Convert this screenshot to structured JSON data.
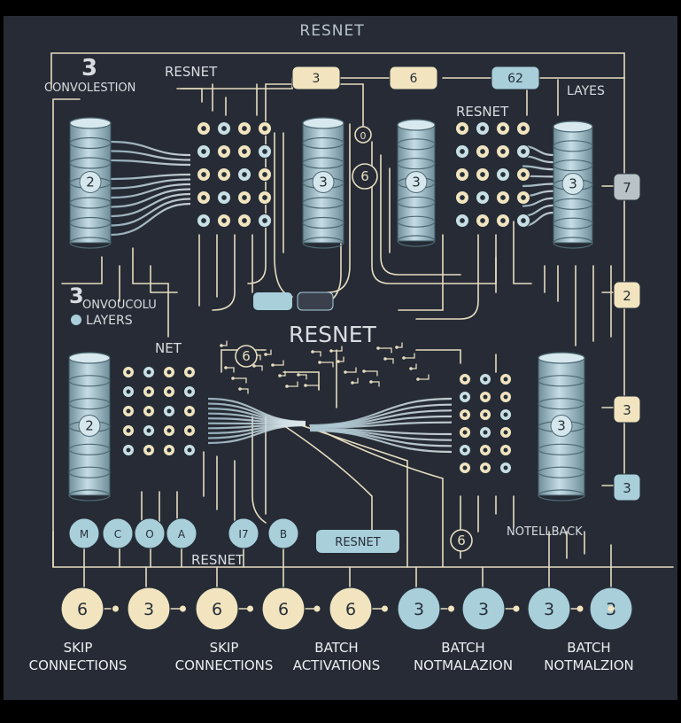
{
  "title": "RESNET",
  "labels": {
    "top_number": "3",
    "convolution_top": "CONVOLESTION",
    "resnet_top_left": "RESNET",
    "resnet_top_right": "RESNET",
    "layes": "LAYES",
    "left_mid_number": "3",
    "convolution_mid": "ONVOUCOLU",
    "layers_mid": "LAYERS",
    "net": "NET",
    "center_title": "RESNET",
    "center_pill": "RESNET",
    "bottom_resnet": "RESNET",
    "notellback": "NOTELLBACK"
  },
  "top_boxes": [
    "3",
    "6",
    "62"
  ],
  "right_boxes": [
    "7",
    "2",
    "3",
    "3"
  ],
  "cylinder_numbers": [
    "2",
    "3",
    "3",
    "3",
    "2",
    "3"
  ],
  "small_circle_numbers": [
    "0",
    "6",
    "6",
    "6"
  ],
  "small_nodes": [
    "M",
    "C",
    "O",
    "A",
    "I7",
    "B"
  ],
  "bottom_nodes": [
    {
      "value": "6",
      "color": "#f2e4bf"
    },
    {
      "value": "3",
      "color": "#f2e4bf"
    },
    {
      "value": "6",
      "color": "#f2e4bf"
    },
    {
      "value": "6",
      "color": "#f2e4bf"
    },
    {
      "value": "6",
      "color": "#f2e4bf"
    },
    {
      "value": "3",
      "color": "#a9cfdb"
    },
    {
      "value": "3",
      "color": "#a9cfdb"
    },
    {
      "value": "3",
      "color": "#a9cfdb"
    },
    {
      "value": "3",
      "color": "#a9cfdb"
    }
  ],
  "bottom_labels": [
    {
      "line1": "SKIP",
      "line2": "CONNECTIONS"
    },
    {
      "line1": "SKIP",
      "line2": "CONNECTIONS"
    },
    {
      "line1": "BATCH",
      "line2": "ACTIVATIONS"
    },
    {
      "line1": "BATCH",
      "line2": "NOTMALAZION"
    },
    {
      "line1": "BATCH",
      "line2": "NOTMALZION"
    }
  ],
  "colors": {
    "background": "#262b35",
    "line": "#e6dcc0",
    "cream": "#f2e4bf",
    "blue": "#a9cfdb",
    "cylinder_light": "#c4dbe3",
    "cylinder_dark": "#5d7b87"
  }
}
